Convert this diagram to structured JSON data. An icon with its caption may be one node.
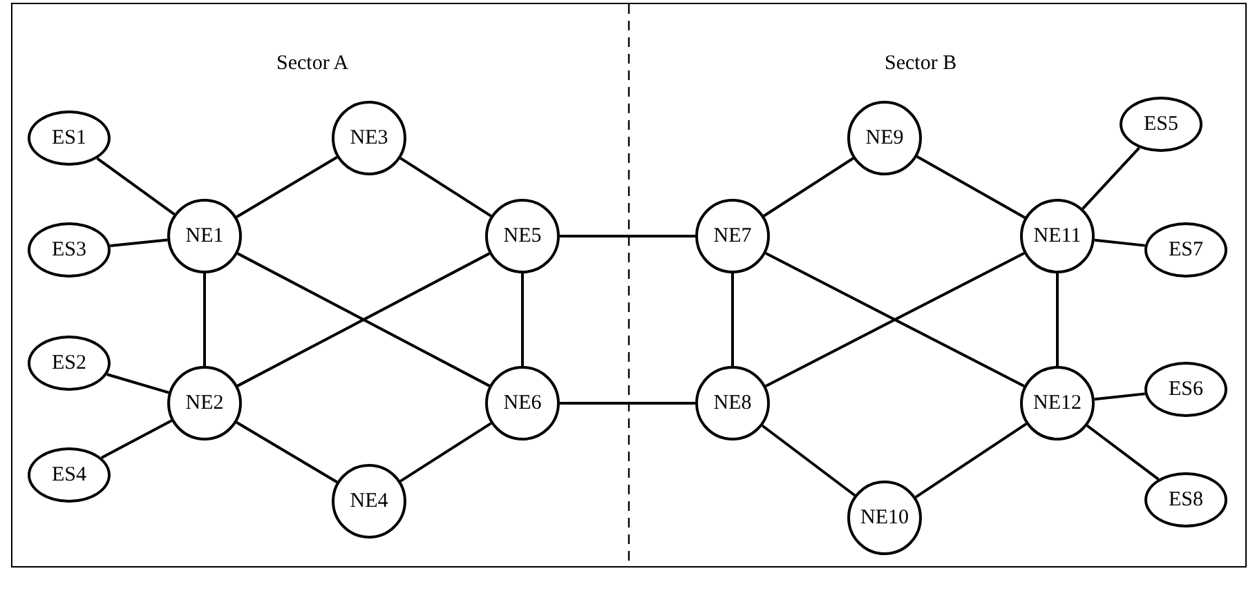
{
  "diagram": {
    "nodes": [
      {
        "text": [
          "ES1"
        ]
      },
      {
        "text": [
          "NE1"
        ]
      },
      {
        "text": [
          "NE3"
        ]
      },
      {
        "text": [
          "NE5"
        ]
      },
      {
        "text": [
          "ES3"
        ]
      },
      {
        "text": [
          "ES2"
        ]
      },
      {
        "text": [
          "NE2"
        ]
      },
      {
        "text": [
          "NE6"
        ]
      },
      {
        "text": [
          "ES4"
        ]
      },
      {
        "text": [
          "NE4"
        ]
      },
      {
        "text": [
          "NE7"
        ]
      },
      {
        "text": [
          "NE9"
        ]
      },
      {
        "text": [
          "NE11"
        ]
      },
      {
        "text": [
          "ES5"
        ]
      },
      {
        "text": [
          "ES7"
        ]
      },
      {
        "text": [
          "NE8"
        ]
      },
      {
        "text": [
          "NE12"
        ]
      },
      {
        "text": [
          "ES6"
        ]
      },
      {
        "text": [
          "ES8"
        ]
      },
      {
        "text": [
          "NE10"
        ]
      }
    ],
    "edges": [
      {
        "from": 0,
        "to": 1,
        "arrow": "none"
      },
      {
        "from": 4,
        "to": 1,
        "arrow": "none"
      },
      {
        "from": 1,
        "to": 2,
        "arrow": "none"
      },
      {
        "from": 2,
        "to": 3,
        "arrow": "none"
      },
      {
        "from": 1,
        "to": 6,
        "arrow": "none"
      },
      {
        "from": 1,
        "to": 7,
        "arrow": "none"
      },
      {
        "from": 5,
        "to": 6,
        "arrow": "none"
      },
      {
        "from": 8,
        "to": 6,
        "arrow": "none"
      },
      {
        "from": 6,
        "to": 3,
        "arrow": "none"
      },
      {
        "from": 6,
        "to": 9,
        "arrow": "none"
      },
      {
        "from": 9,
        "to": 7,
        "arrow": "none"
      },
      {
        "from": 3,
        "to": 7,
        "arrow": "none"
      },
      {
        "from": 3,
        "to": 10,
        "arrow": "none"
      },
      {
        "from": 7,
        "to": 15,
        "arrow": "none"
      },
      {
        "from": 10,
        "to": 11,
        "arrow": "none"
      },
      {
        "from": 11,
        "to": 12,
        "arrow": "none"
      },
      {
        "from": 10,
        "to": 15,
        "arrow": "none"
      },
      {
        "from": 10,
        "to": 16,
        "arrow": "none"
      },
      {
        "from": 15,
        "to": 12,
        "arrow": "none"
      },
      {
        "from": 15,
        "to": 19,
        "arrow": "none"
      },
      {
        "from": 19,
        "to": 16,
        "arrow": "none"
      },
      {
        "from": 12,
        "to": 16,
        "arrow": "none"
      },
      {
        "from": 12,
        "to": 13,
        "arrow": "none"
      },
      {
        "from": 12,
        "to": 14,
        "arrow": "none"
      },
      {
        "from": 16,
        "to": 17,
        "arrow": "none"
      },
      {
        "from": 16,
        "to": 18,
        "arrow": "none"
      }
    ],
    "labels": [
      "Sector A",
      "Sector B"
    ]
  }
}
